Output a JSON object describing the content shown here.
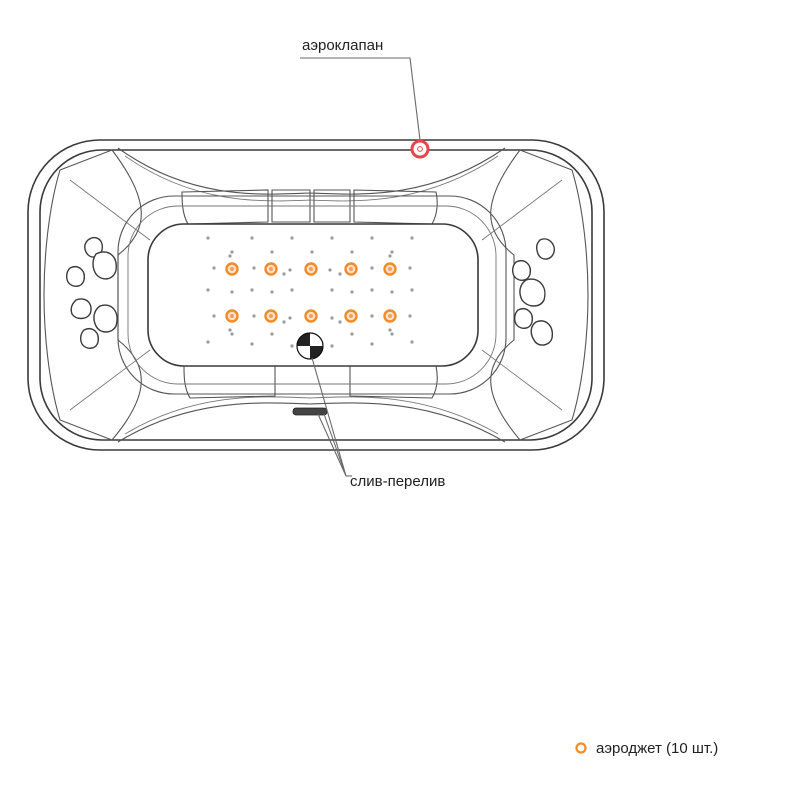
{
  "labels": {
    "air_valve": "аэроклапан",
    "drain_overflow": "слив-перелив",
    "legend_aerojet": "аэроджет (10 шт.)"
  },
  "colors": {
    "aerojet_ring": "#f28c28",
    "aerojet_core": "#f5a05a",
    "air_valve_ring": "#e8454a",
    "outline": "#3a3a3a",
    "leader": "#6a6a6a",
    "small_dot": "#9a9a9a"
  },
  "aerojet_count": 10,
  "icons": {
    "aerojet": "aerojet-marker-icon",
    "air_valve": "air-valve-icon",
    "drain": "drain-icon"
  }
}
